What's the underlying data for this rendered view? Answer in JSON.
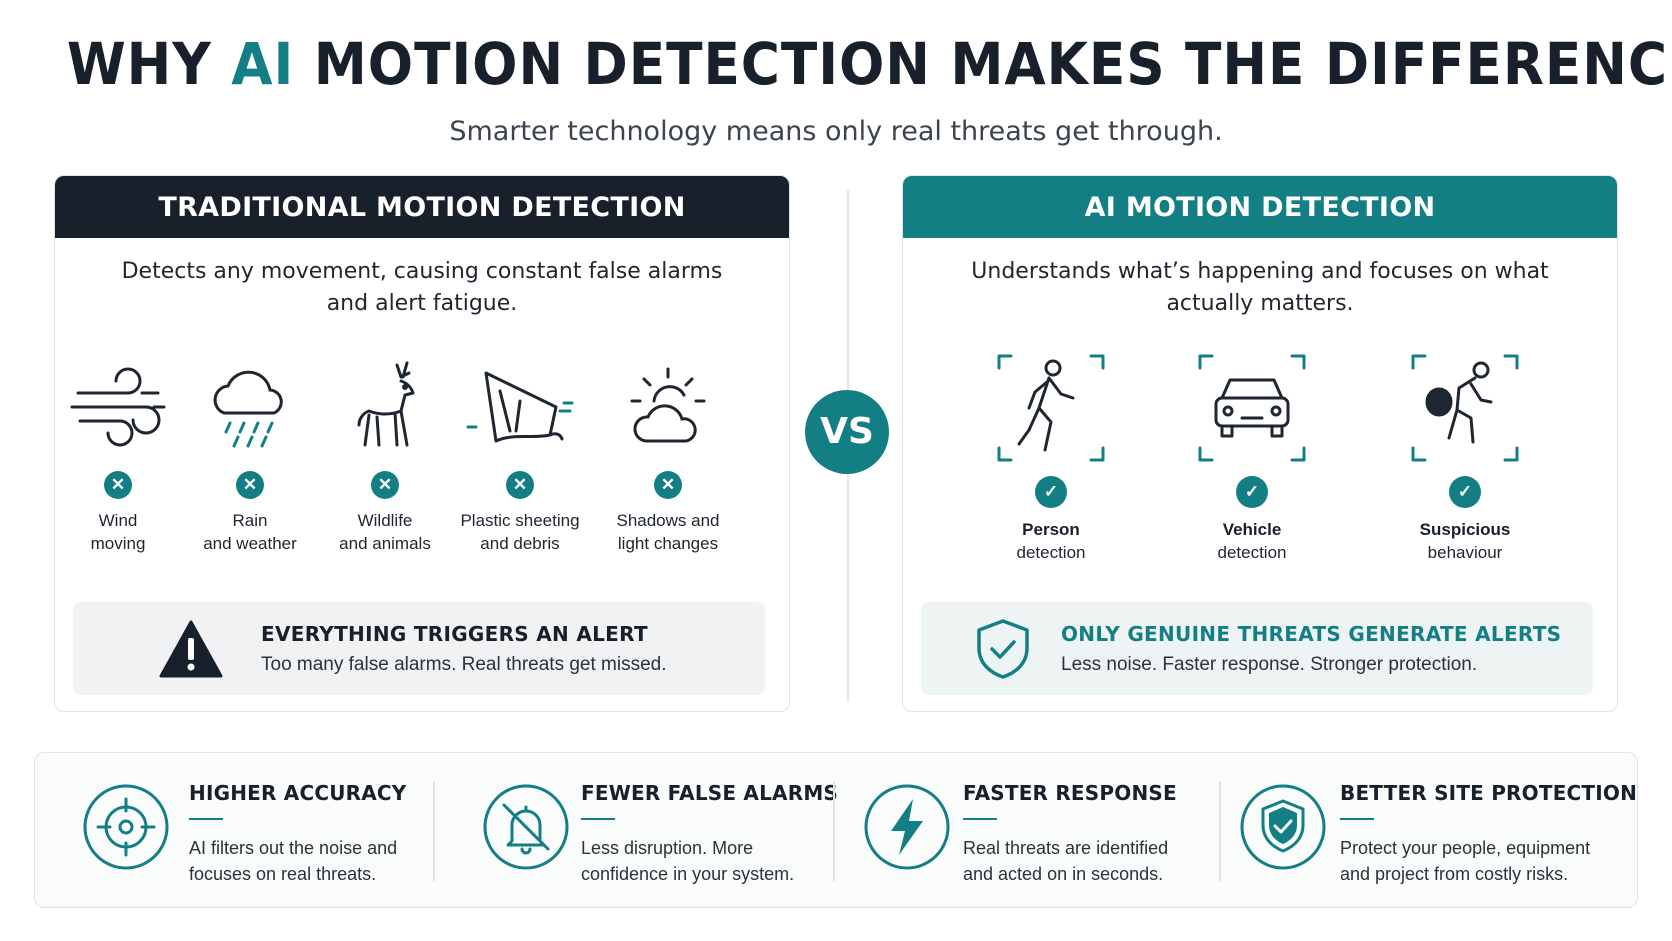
{
  "header": {
    "title_pre": "WHY ",
    "title_accent": "AI",
    "title_post": " MOTION DETECTION MAKES THE DIFFERENCE",
    "subtitle": "Smarter technology means only real threats get through."
  },
  "traditional": {
    "heading": "TRADITIONAL MOTION DETECTION",
    "description": "Detects any movement, causing constant false alarms and alert fatigue.",
    "items": [
      {
        "line1": "Wind",
        "line2": "moving",
        "icon": "wind-icon"
      },
      {
        "line1": "Rain",
        "line2": "and weather",
        "icon": "rain-cloud-icon"
      },
      {
        "line1": "Wildlife",
        "line2": "and animals",
        "icon": "deer-icon"
      },
      {
        "line1": "Plastic sheeting",
        "line2": "and debris",
        "icon": "plastic-sheet-icon"
      },
      {
        "line1": "Shadows and",
        "line2": "light changes",
        "icon": "sun-cloud-icon"
      }
    ],
    "status_icon": "x-circle-icon",
    "callout_title": "EVERYTHING TRIGGERS AN ALERT",
    "callout_text": "Too many false alarms. Real threats get missed.",
    "callout_icon": "warning-icon"
  },
  "vs_label": "VS",
  "ai": {
    "heading": "AI MOTION DETECTION",
    "description": "Understands what’s happening and focuses on what actually matters.",
    "items": [
      {
        "line1": "Person",
        "line2": "detection",
        "icon": "person-walking-icon"
      },
      {
        "line1": "Vehicle",
        "line2": "detection",
        "icon": "car-icon"
      },
      {
        "line1": "Suspicious",
        "line2": "behaviour",
        "icon": "person-carrying-bag-icon"
      }
    ],
    "status_icon": "check-circle-icon",
    "callout_title": "ONLY GENUINE THREATS GENERATE ALERTS",
    "callout_text": "Less noise. Faster response. Stronger protection.",
    "callout_icon": "shield-check-icon"
  },
  "benefits": [
    {
      "title": "HIGHER ACCURACY",
      "line1": "AI filters out the noise and",
      "line2": "focuses on real threats.",
      "icon": "crosshair-icon"
    },
    {
      "title": "FEWER FALSE ALARMS",
      "line1": "Less disruption. More",
      "line2": "confidence in your system.",
      "icon": "bell-off-icon"
    },
    {
      "title": "FASTER RESPONSE",
      "line1": "Real threats are identified",
      "line2": "and acted on in seconds.",
      "icon": "lightning-icon"
    },
    {
      "title": "BETTER SITE PROTECTION",
      "line1": "Protect your people, equipment",
      "line2": "and project from costly risks.",
      "icon": "shield-check-icon"
    }
  ],
  "colors": {
    "accent": "#137f85",
    "dark": "#17202b"
  }
}
